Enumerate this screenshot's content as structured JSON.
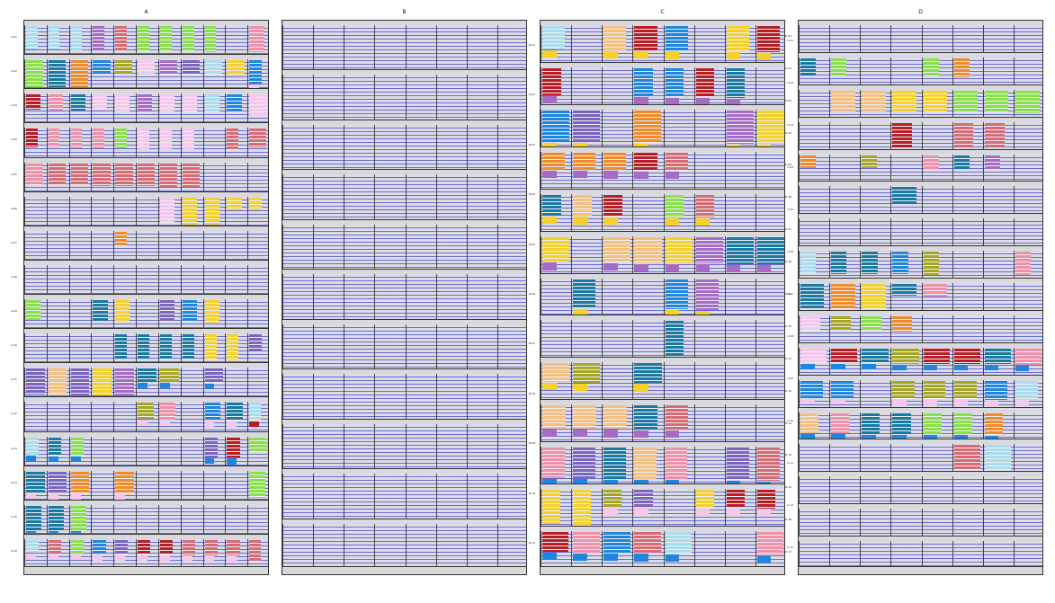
{
  "app": {
    "title": "Warehouse Shelf Occupancy View"
  },
  "legend_colors": {
    "light_blue": "#aadcf0",
    "blue": "#1f86e0",
    "teal": "#1a79a2",
    "green": "#88e04a",
    "olive": "#a6a625",
    "yellow": "#f5d12a",
    "orange": "#f08a2a",
    "peach": "#f6c080",
    "pink": "#f08fa8",
    "light_pink": "#f6c6ee",
    "red": "#b81c24",
    "rose": "#d86a76",
    "purple": "#a66bc6",
    "violet": "#7a64c0",
    "dark_blue": "#2a5db0"
  },
  "racks": [
    {
      "id": "A",
      "label": "A",
      "shelf_count": 16,
      "compartments_per_shelf": 11,
      "label_side": "left",
      "shelves": [
        {
          "label": "A-01",
          "fill": [
            "light_blue",
            "light_blue",
            "light_blue",
            "purple",
            "rose",
            "green",
            "green",
            "green",
            "green",
            "",
            "pink"
          ]
        },
        {
          "label": "A-02",
          "fill": [
            "green",
            "teal",
            "orange",
            "blue",
            "olive",
            "light_pink",
            "purple",
            "violet",
            "light_blue",
            "yellow",
            "blue"
          ]
        },
        {
          "label": "A-03",
          "fill": [
            "red",
            "pink",
            "teal",
            "light_pink",
            "light_pink",
            "purple",
            "light_pink",
            "light_pink",
            "light_blue",
            "blue",
            "light_pink"
          ]
        },
        {
          "label": "A-04",
          "fill": [
            "red",
            "pink",
            "pink",
            "pink",
            "green",
            "light_pink",
            "light_pink",
            "light_pink",
            "",
            "rose",
            "rose"
          ]
        },
        {
          "label": "A-05",
          "fill": [
            "pink",
            "rose",
            "rose",
            "rose",
            "rose",
            "rose",
            "rose",
            "rose",
            "",
            "",
            ""
          ]
        },
        {
          "label": "A-06",
          "fill": [
            "",
            "",
            "",
            "",
            "",
            "",
            "light_pink",
            "yellow",
            "yellow",
            "yellow",
            "yellow"
          ]
        },
        {
          "label": "A-07",
          "fill": [
            "",
            "",
            "",
            "",
            "orange",
            "",
            "",
            "",
            "",
            "",
            ""
          ]
        },
        {
          "label": "A-08",
          "fill": [
            "",
            "",
            "",
            "",
            "",
            "",
            "",
            "",
            "",
            "",
            ""
          ]
        },
        {
          "label": "A-09",
          "fill": [
            "green",
            "",
            "",
            "teal",
            "yellow",
            "",
            "violet",
            "blue",
            "yellow",
            "",
            ""
          ]
        },
        {
          "label": "A-10",
          "fill": [
            "",
            "",
            "",
            "",
            "teal",
            "teal",
            "teal",
            "teal",
            "yellow",
            "yellow",
            "violet"
          ]
        },
        {
          "label": "A-11",
          "fill": [
            "violet",
            "peach",
            "violet",
            "yellow",
            "purple",
            "teal",
            "olive",
            "",
            "violet",
            "",
            ""
          ]
        },
        {
          "label": "A-12",
          "fill": [
            "",
            "",
            "",
            "",
            "",
            "olive",
            "pink",
            "",
            "blue",
            "teal",
            "light_blue"
          ]
        },
        {
          "label": "A-13",
          "fill": [
            "light_blue",
            "teal",
            "green",
            "",
            "",
            "",
            "",
            "",
            "violet",
            "red",
            "green"
          ]
        },
        {
          "label": "A-14",
          "fill": [
            "teal",
            "violet",
            "orange",
            "",
            "orange",
            "",
            "",
            "",
            "",
            "",
            "green"
          ]
        },
        {
          "label": "A-15",
          "fill": [
            "teal",
            "teal",
            "green",
            "",
            "",
            "",
            "",
            "",
            "",
            "",
            ""
          ]
        },
        {
          "label": "A-16",
          "fill": [
            "light_blue",
            "rose",
            "green",
            "blue",
            "violet",
            "red",
            "red",
            "rose",
            "rose",
            "rose",
            "rose"
          ]
        }
      ]
    },
    {
      "id": "B",
      "label": "B",
      "shelf_count": 11,
      "compartments_per_shelf": 8,
      "label_side": "right",
      "shelves": [
        {
          "label": "B-01",
          "fill": []
        },
        {
          "label": "B-02",
          "fill": []
        },
        {
          "label": "B-03",
          "fill": []
        },
        {
          "label": "B-04",
          "fill": []
        },
        {
          "label": "B-05",
          "fill": []
        },
        {
          "label": "B-06",
          "fill": []
        },
        {
          "label": "B-07",
          "fill": []
        },
        {
          "label": "B-08",
          "fill": []
        },
        {
          "label": "B-09",
          "fill": []
        },
        {
          "label": "B-10",
          "fill": []
        },
        {
          "label": "B-11",
          "fill": []
        }
      ]
    },
    {
      "id": "C",
      "label": "C",
      "shelf_count": 13,
      "compartments_per_shelf": 8,
      "label_side": "right",
      "shelves": [
        {
          "label": "C-01",
          "fill": [
            "light_blue",
            "",
            "peach",
            "red",
            "blue",
            "",
            "yellow",
            "red"
          ]
        },
        {
          "label": "C-02",
          "fill": [
            "red",
            "",
            "",
            "blue",
            "blue",
            "red",
            "teal",
            ""
          ]
        },
        {
          "label": "C-03",
          "fill": [
            "blue",
            "violet",
            "",
            "orange",
            "",
            "",
            "purple",
            "yellow"
          ]
        },
        {
          "label": "C-04",
          "fill": [
            "orange",
            "orange",
            "orange",
            "red",
            "rose",
            "",
            "",
            ""
          ]
        },
        {
          "label": "C-05",
          "fill": [
            "teal",
            "peach",
            "red",
            "",
            "green",
            "rose",
            "",
            ""
          ]
        },
        {
          "label": "C-06",
          "fill": [
            "yellow",
            "",
            "peach",
            "peach",
            "yellow",
            "purple",
            "teal",
            "teal"
          ]
        },
        {
          "label": "C-07",
          "fill": [
            "",
            "teal",
            "",
            "",
            "blue",
            "purple",
            "",
            ""
          ]
        },
        {
          "label": "C-08",
          "fill": [
            "",
            "",
            "",
            "",
            "teal",
            "",
            "",
            ""
          ]
        },
        {
          "label": "C-09",
          "fill": [
            "peach",
            "olive",
            "",
            "teal",
            "",
            "",
            "",
            ""
          ]
        },
        {
          "label": "C-10",
          "fill": [
            "peach",
            "peach",
            "peach",
            "teal",
            "rose",
            "",
            "",
            ""
          ]
        },
        {
          "label": "C-11",
          "fill": [
            "pink",
            "violet",
            "teal",
            "peach",
            "pink",
            "",
            "violet",
            "rose"
          ]
        },
        {
          "label": "C-12",
          "fill": [
            "yellow",
            "yellow",
            "olive",
            "violet",
            "",
            "yellow",
            "red",
            "red"
          ]
        },
        {
          "label": "C-13",
          "fill": [
            "red",
            "pink",
            "blue",
            "rose",
            "light_blue",
            "",
            "",
            "pink"
          ]
        }
      ]
    },
    {
      "id": "D",
      "label": "D",
      "shelf_count": 17,
      "compartments_per_shelf": 8,
      "label_side": "left",
      "shelves": [
        {
          "label": "D-01",
          "fill": []
        },
        {
          "label": "D-02",
          "fill": [
            "teal",
            "green",
            "",
            "",
            "green",
            "orange",
            "",
            ""
          ]
        },
        {
          "label": "D-03",
          "fill": [
            "",
            "peach",
            "peach",
            "yellow",
            "yellow",
            "green",
            "green",
            "green"
          ]
        },
        {
          "label": "D-04",
          "fill": [
            "",
            "",
            "",
            "red",
            "",
            "rose",
            "rose",
            ""
          ]
        },
        {
          "label": "D-05",
          "fill": [
            "orange",
            "",
            "olive",
            "",
            "pink",
            "teal",
            "purple",
            ""
          ]
        },
        {
          "label": "D-06",
          "fill": [
            "",
            "",
            "",
            "teal",
            "",
            "",
            "",
            ""
          ]
        },
        {
          "label": "D-07",
          "fill": []
        },
        {
          "label": "D-08",
          "fill": [
            "light_blue",
            "teal",
            "teal",
            "blue",
            "olive",
            "",
            "",
            "pink"
          ]
        },
        {
          "label": "D-09",
          "fill": [
            "teal",
            "orange",
            "yellow",
            "teal",
            "pink",
            "",
            "",
            ""
          ]
        },
        {
          "label": "D-10",
          "fill": [
            "light_pink",
            "olive",
            "green",
            "orange",
            "",
            "",
            "",
            ""
          ]
        },
        {
          "label": "D-11",
          "fill": [
            "light_pink",
            "red",
            "teal",
            "olive",
            "red",
            "red",
            "teal",
            "pink"
          ]
        },
        {
          "label": "D-12",
          "fill": [
            "blue",
            "blue",
            "",
            "olive",
            "olive",
            "olive",
            "blue",
            "light_blue"
          ]
        },
        {
          "label": "D-13",
          "fill": [
            "peach",
            "pink",
            "teal",
            "teal",
            "green",
            "green",
            "orange",
            ""
          ]
        },
        {
          "label": "D-14",
          "fill": [
            "",
            "",
            "",
            "",
            "",
            "rose",
            "light_blue",
            ""
          ]
        },
        {
          "label": "D-15",
          "fill": []
        },
        {
          "label": "D-16",
          "fill": []
        },
        {
          "label": "D-17",
          "fill": []
        }
      ]
    }
  ]
}
